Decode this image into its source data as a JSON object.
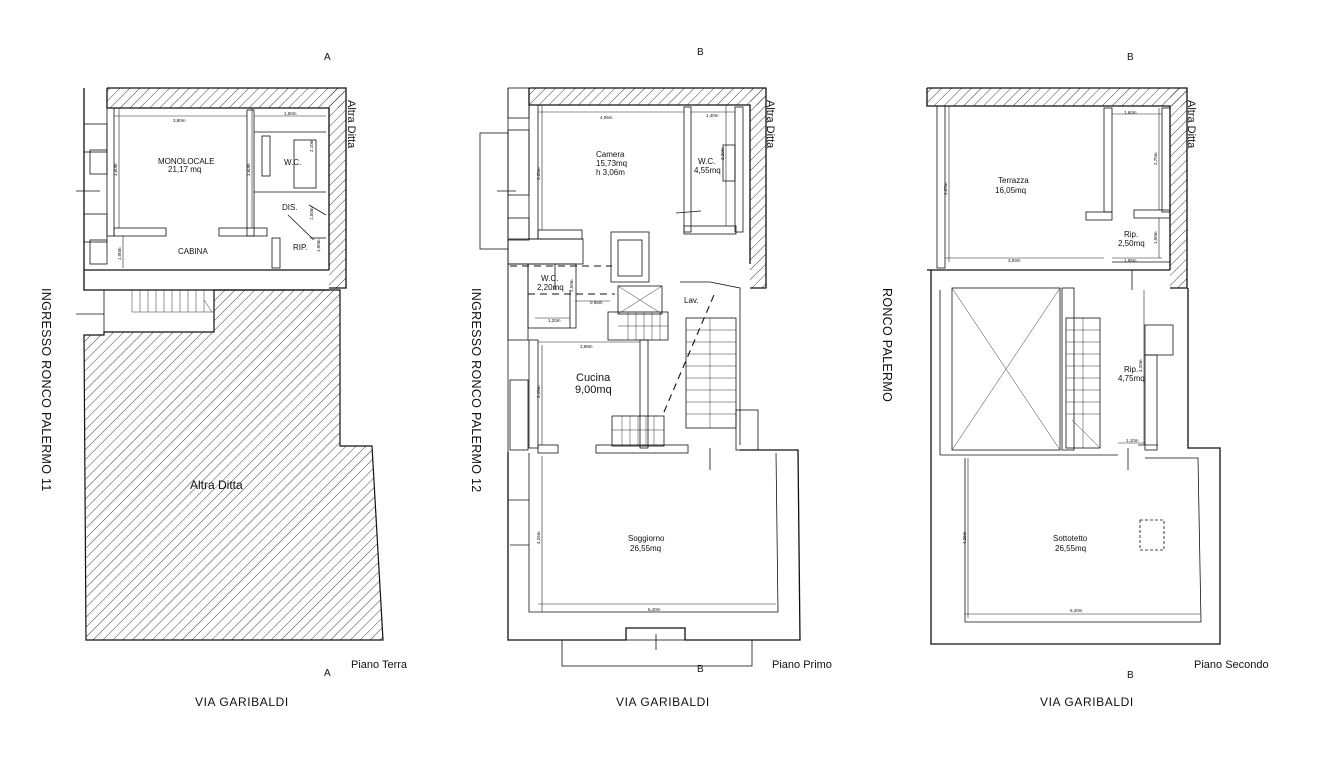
{
  "sections": {
    "a_top": "A",
    "a_bottom": "A",
    "b1_top": "B",
    "b1_bottom": "B",
    "b2_top": "B",
    "b2_bottom": "B"
  },
  "neighbor_label": "Altra Ditta",
  "street": "VIA GARIBALDI",
  "side_labels": {
    "ground": "INGRESSO RONCO PALERMO 11",
    "first": "INGRESSO RONCO PALERMO 12",
    "second": "RONCO PALERMO"
  },
  "floors": {
    "ground": {
      "title": "Piano Terra",
      "rooms": {
        "monolocale_name": "MONOLOCALE",
        "monolocale_area": "21,17 mq",
        "wc": "W.C.",
        "dis": "DIS.",
        "rip": "RIP.",
        "cabina": "CABINA",
        "altra_ditta": "Altra Ditta"
      },
      "dims": [
        "3,80m",
        "1,60m",
        "3,60m",
        "3,60m",
        "2,10m",
        "1,50m",
        "1,00m",
        "1,00m"
      ]
    },
    "first": {
      "title": "Piano Primo",
      "rooms": {
        "camera_name": "Camera",
        "camera_area": "15,73mq",
        "camera_height": "h 3,06m",
        "wc1_name": "W.C.",
        "wc1_area": "4,55mq",
        "wc2_name": "W.C.",
        "wc2_area": "2,20mq",
        "lav": "Lav.",
        "cucina_name": "Cucina",
        "cucina_area": "9,00mq",
        "soggiorno_name": "Soggiorno",
        "soggiorno_area": "26,55mq"
      },
      "dims": [
        "4,05m",
        "1,40m",
        "3,20m",
        "3,20m",
        "2,50m",
        "0,95m",
        "1,20m",
        "3,88m",
        "3,10m",
        "4,25m",
        "6,40m"
      ]
    },
    "second": {
      "title": "Piano Secondo",
      "rooms": {
        "terrazza_name": "Terrazza",
        "terrazza_area": "16,05mq",
        "rip1_name": "Rip.",
        "rip1_area": "2,50mq",
        "rip2_name": "Rip.",
        "rip2_area": "4,75mq",
        "sottotetto_name": "Sottotetto",
        "sottotetto_area": "26,55mq"
      },
      "dims": [
        "1,60m",
        "2,75m",
        "4,05m",
        "3,93m",
        "1,95m",
        "1,00m",
        "4,20m",
        "1,10m",
        "4,25m",
        "6,40m"
      ]
    }
  }
}
